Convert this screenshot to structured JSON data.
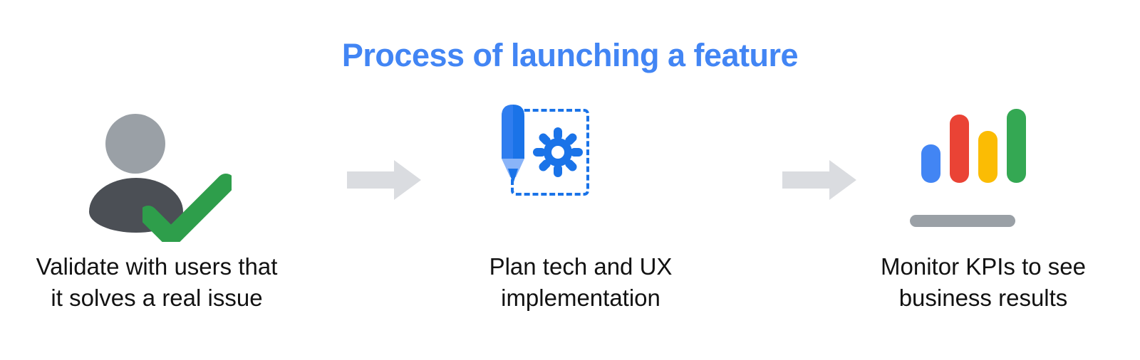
{
  "page": {
    "title": "Process of launching a feature",
    "title_color": "#4285F4",
    "background": "#ffffff",
    "caption_color": "#121212"
  },
  "steps": [
    {
      "index": 1,
      "icon_name": "user-validation-icon",
      "caption_line_1": "Validate with users that",
      "caption_line_2": "it solves a real issue",
      "icon_parts": {
        "head_color": "#9AA0A6",
        "body_color": "#4B4F55",
        "check_color": "#2E9E4B"
      }
    },
    {
      "index": 2,
      "icon_name": "design-plan-icon",
      "caption_line_1": "Plan tech and UX",
      "caption_line_2": "implementation",
      "icon_parts": {
        "pencil_color": "#1A73E8",
        "pencil_tip_color": "#8AB4F8",
        "dashed_box_color": "#1A73E8",
        "gear_color": "#1A73E8"
      }
    },
    {
      "index": 3,
      "icon_name": "kpi-bar-chart-icon",
      "caption_line_1": "Monitor KPIs to see",
      "caption_line_2": "business results",
      "icon_parts": {
        "baseline_color": "#9AA0A6"
      }
    }
  ],
  "arrows": [
    {
      "name": "arrow-step1-to-step2",
      "color": "#DADCE0",
      "direction": "right"
    },
    {
      "name": "arrow-step2-to-step3",
      "color": "#DADCE0",
      "direction": "right"
    }
  ],
  "chart_data": {
    "type": "bar",
    "title": "",
    "categories": [
      "bar-1",
      "bar-2",
      "bar-3",
      "bar-4"
    ],
    "values": [
      52,
      92,
      70,
      100
    ],
    "colors": [
      "#4285F4",
      "#EA4335",
      "#FBBC04",
      "#34A853"
    ],
    "xlabel": "",
    "ylabel": "",
    "ylim": [
      0,
      100
    ],
    "grid": false,
    "legend": "none"
  }
}
